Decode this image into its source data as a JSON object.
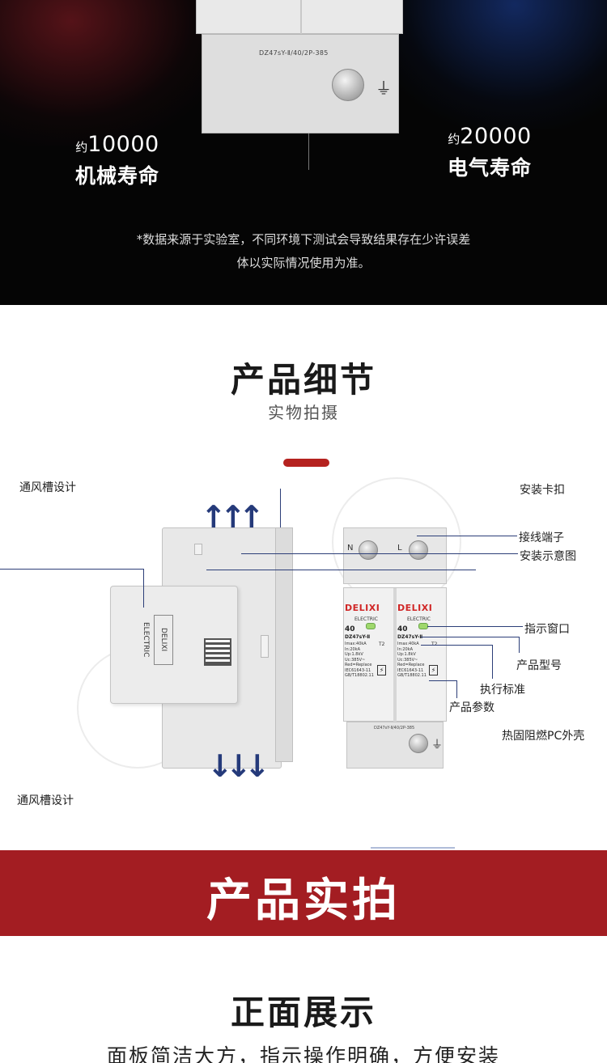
{
  "hero": {
    "device_model": "DZ47sY-Ⅱ/40/2P-385",
    "mechanical": {
      "prefix": "约",
      "number": "10000",
      "label": "机械寿命"
    },
    "electrical": {
      "prefix": "约",
      "number": "20000",
      "label": "电气寿命"
    },
    "note_line1": "*数据来源于实验室，不同环境下测试会导致结果存在少许误差",
    "note_line2": "体以实际情况使用为准。"
  },
  "detail": {
    "title": "产品细节",
    "subtitle": "实物拍摄",
    "labels": {
      "vent_top": "通风槽设计",
      "vent_bottom": "通风槽设计",
      "clip": "安装卡扣",
      "terminal": "接线端子",
      "install_diagram": "安装示意图",
      "indicator": "指示窗口",
      "model": "产品型号",
      "standard": "执行标准",
      "params": "产品参数",
      "shell": "热固阻燃PC外壳"
    },
    "device": {
      "n": "N",
      "l": "L",
      "brand": "DELIXI",
      "electric": "ELECTRIC",
      "rating": "40",
      "model_short": "DZ47sY-Ⅱ",
      "specs": "Imax:40kA\nIn:20kA\nUp:1.8kV\nUc:385V~\nRed=Replace\nIEC61643-11\nGB/T18802.11",
      "t2": "T2",
      "bottom_model": "DZ47sY-Ⅱ/40/2P-385",
      "side_logo": "DELIXI ELECTRIC"
    }
  },
  "banner": {
    "title": "产品实拍"
  },
  "front": {
    "title": "正面展示",
    "subtitle": "面板简洁大方，指示操作明确，方便安装"
  }
}
